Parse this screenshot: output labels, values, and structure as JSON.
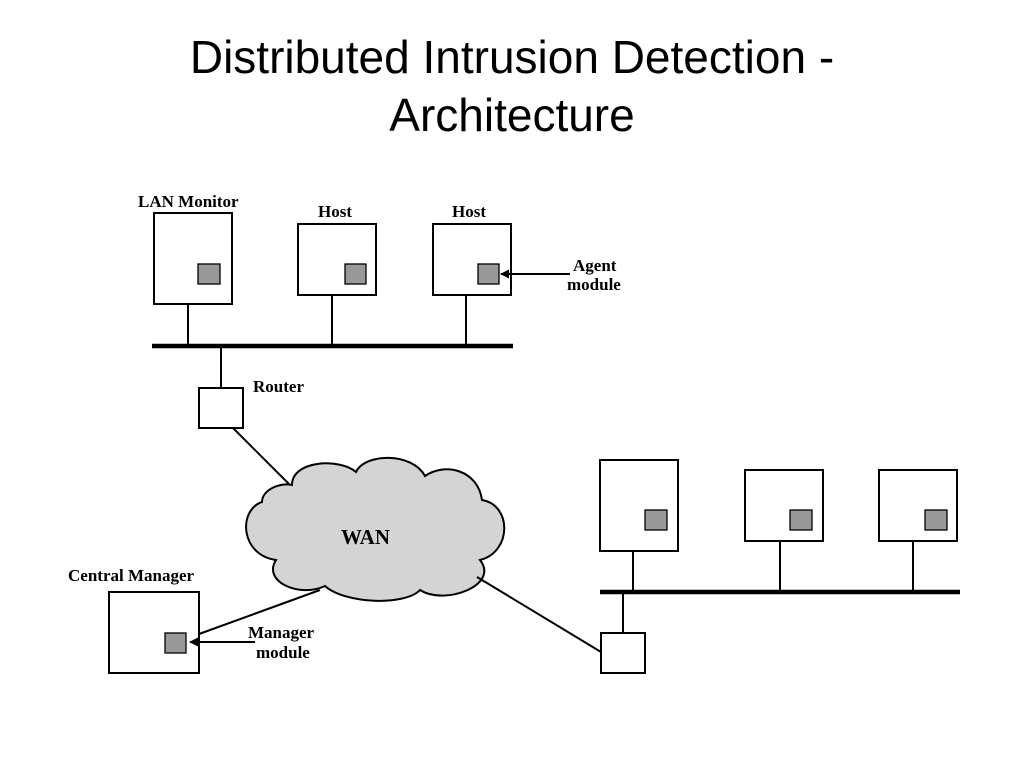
{
  "slide": {
    "title_line1": "Distributed Intrusion Detection -",
    "title_line2": "Architecture"
  },
  "diagram": {
    "labels": {
      "lan_monitor": "LAN Monitor",
      "host_1": "Host",
      "host_2": "Host",
      "agent_line1": "Agent",
      "agent_line2": "module",
      "router": "Router",
      "wan": "WAN",
      "central_manager": "Central Manager",
      "manager_line1": "Manager",
      "manager_line2": "module"
    },
    "colors": {
      "module_fill": "#999999",
      "cloud_fill": "#d4d4d4",
      "stroke": "#000000"
    }
  }
}
